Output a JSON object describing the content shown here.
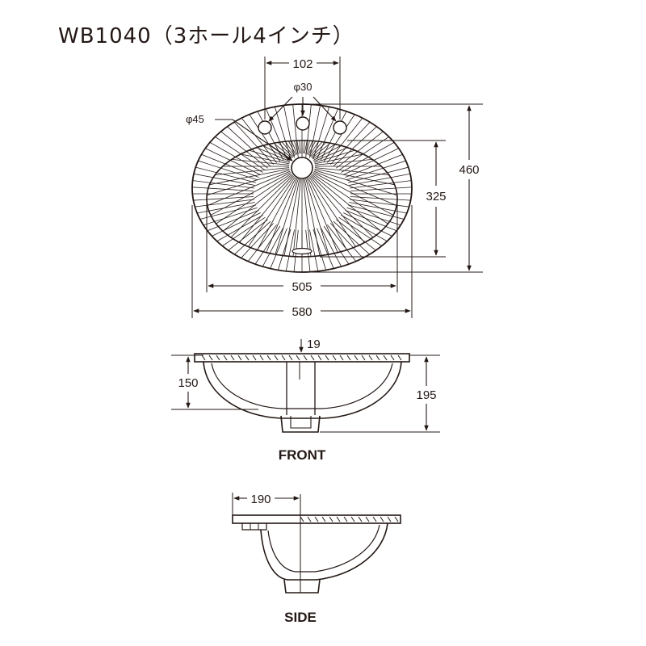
{
  "title": "WB1040（3ホール4インチ）",
  "top_view": {
    "dim_hole_spacing": "102",
    "dim_hole_dia": "φ30",
    "dim_drain_dia": "φ45",
    "dim_depth_total": "460",
    "dim_depth_bowl": "325",
    "dim_width_bowl": "505",
    "dim_width_total": "580"
  },
  "front_view": {
    "label": "FRONT",
    "dim_rim": "19",
    "dim_bowl_height": "150",
    "dim_total_height": "195"
  },
  "side_view": {
    "label": "SIDE",
    "dim_offset": "190"
  }
}
